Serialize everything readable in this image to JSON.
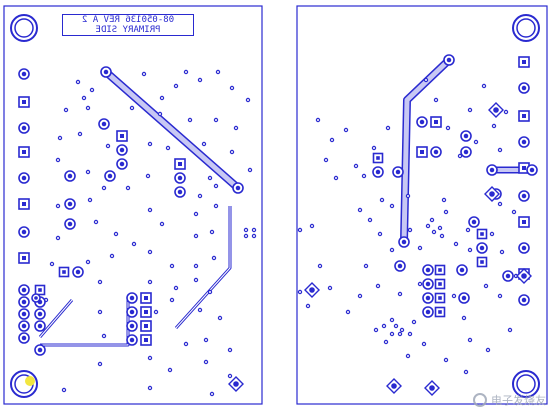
{
  "board": {
    "label_line1": "08-050136 REV A 2",
    "label_line2": "PRIMARY SIDE"
  },
  "colors": {
    "trace": "#2a2ad0",
    "pad_fill": "#ffffff",
    "background": "#ffffff",
    "outline": "#2a2ad0",
    "marker": "#f2e640",
    "watermark": "#9fa7b8"
  },
  "watermark": {
    "text": "电子发烧友",
    "icon": "elecfans-logo-icon"
  }
}
